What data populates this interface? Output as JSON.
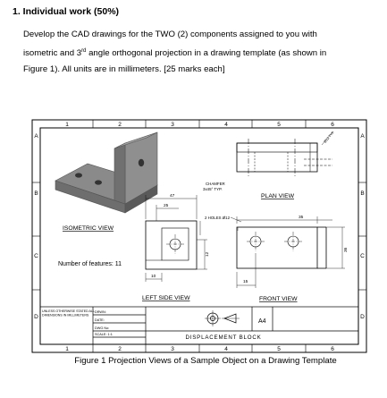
{
  "task": {
    "heading": "1. Individual work (50%)",
    "line1_pre": "Develop the CAD drawings for the TWO (2) components assigned to you with",
    "line2_pre": "isometric and 3",
    "line2_sup": "rd",
    "line2_post": " angle orthogonal projection in a drawing template (as shown in",
    "line3": "Figure 1). All units are in millimeters. [25 marks each]"
  },
  "drawing": {
    "columns": [
      "1",
      "2",
      "3",
      "4",
      "5",
      "6"
    ],
    "rows": [
      "A",
      "B",
      "C",
      "D"
    ],
    "views": {
      "isometric": "ISOMETRIC VIEW",
      "plan": "PLAN VIEW",
      "left_side": "LEFT SIDE VIEW",
      "front": "FRONT VIEW"
    },
    "feature_count": "Number of features: 11",
    "notes": {
      "chamfer_line1": "CHAMFER",
      "chamfer_line2": "3x45° TYP.",
      "holes": "2 HOLES Ø12",
      "hole_callout": "Ø12 TYP."
    },
    "dimensions": {
      "side_width": "47",
      "side_inner": "25",
      "side_height": "12",
      "side_lower": "10",
      "plan_width": "35",
      "plan_offset": "15",
      "front_height": "36",
      "front_bottom": "15"
    },
    "title_block": {
      "general_note": "UNLESS OTHERWISE STATED ALL DIMENSIONS IN MILLIMETERS",
      "drawn": "DRWN:",
      "date": "DATE:",
      "dwg_no": "DWG No:",
      "scale": "SCALE: 1:1",
      "sheet_size": "A4",
      "title": "DISPLACEMENT BLOCK"
    }
  },
  "figure_caption": "Figure 1 Projection Views of a Sample Object on a Drawing Template"
}
